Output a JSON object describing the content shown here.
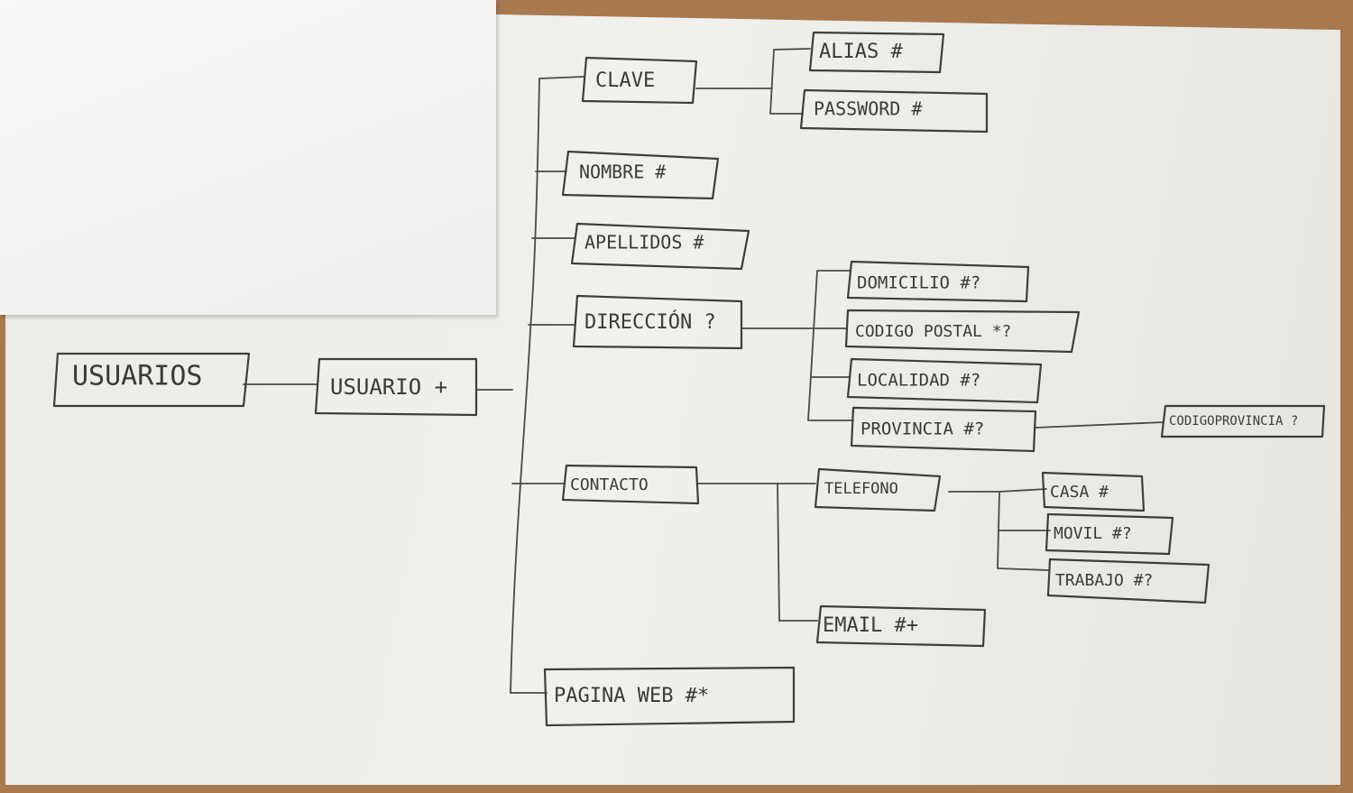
{
  "diagram": {
    "nodes": {
      "usuarios": "USUARIOS",
      "usuario": "USUARIO +",
      "clave": "CLAVE",
      "alias": "ALIAS #",
      "password": "PASSWORD #",
      "nombre": "NOMBRE #",
      "apellidos": "APELLIDOS #",
      "direccion": "DIRECCIÓN ?",
      "domicilio": "DOMICILIO #?",
      "codigo_postal": "CODIGO POSTAL *?",
      "localidad": "LOCALIDAD #?",
      "provincia": "PROVINCIA #?",
      "codigo_provincia": "CODIGOPROVINCIA ?",
      "contacto": "CONTACTO",
      "telefono": "TELEFONO",
      "casa": "CASA #",
      "movil": "MOVIL #?",
      "trabajo": "TRABAJO #?",
      "email": "EMAIL #+",
      "pagina_web": "PAGINA WEB #*"
    }
  }
}
